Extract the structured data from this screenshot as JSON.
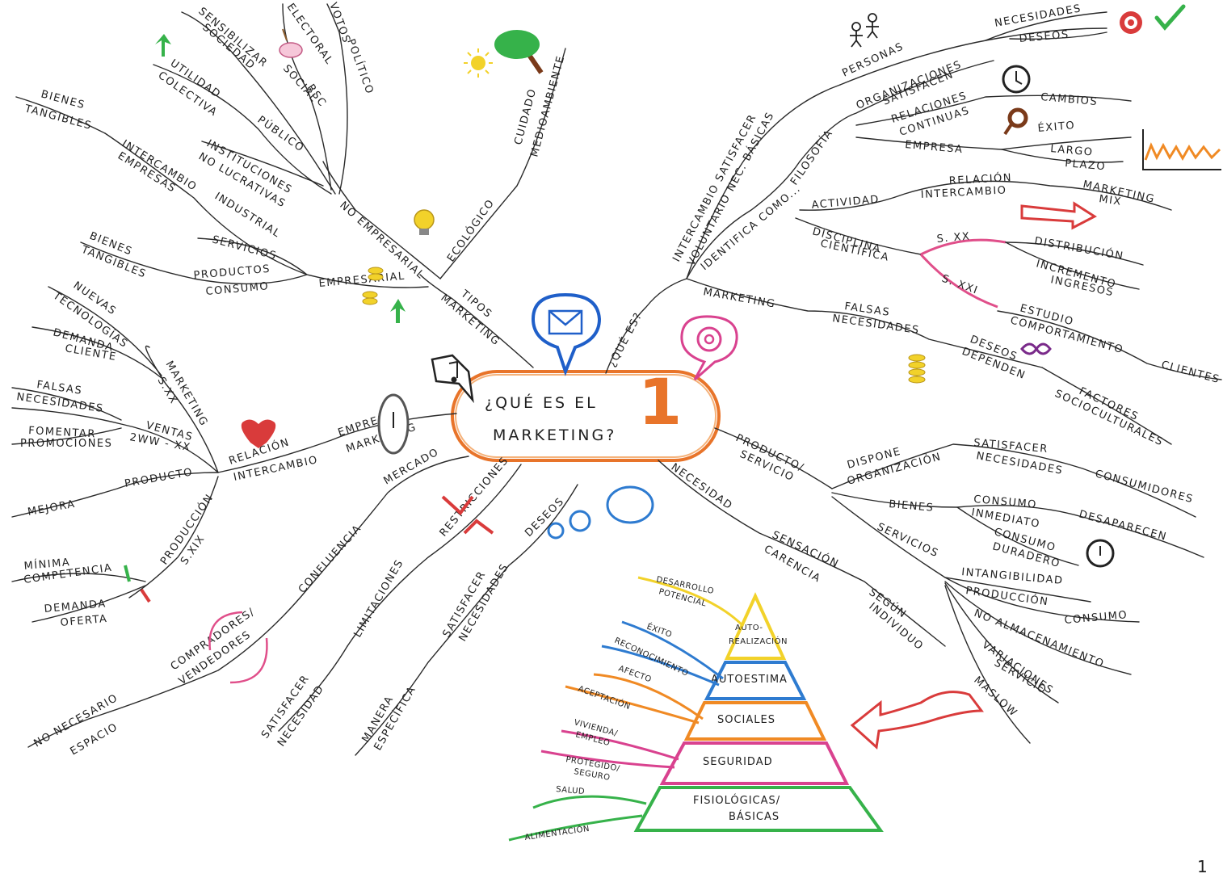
{
  "center": {
    "title_line1": "¿QUÉ ES EL",
    "title_line2": "MARKETING?",
    "number": "1"
  },
  "page_number": "1",
  "branches": {
    "que_es": "¿QUÉ ES?",
    "identifica_como": "IDENTIFICA COMO...",
    "intercambio": "INTERCAMBIO SATISFACER",
    "voluntario": "VOLUNTARIO NEC. BÁSICAS",
    "personas": "PERSONAS",
    "necesidades": "NECESIDADES",
    "deseos": "DESEOS",
    "filosofia": "FILOSOFÍA",
    "organizaciones": "ORGANIZACIONES",
    "satisfacen": "SATISFACEN",
    "relaciones": "RELACIONES",
    "continuas": "CONTINUAS",
    "cambios": "CAMBIOS",
    "empresa": "EMPRESA",
    "exito": "ÉXITO",
    "largo": "LARGO",
    "plazo": "PLAZO",
    "actividad": "ACTIVIDAD",
    "relacion_r": "RELACIÓN",
    "intercambio_r": "INTERCAMBIO",
    "marketing_r": "MARKETING",
    "mix": "MIX",
    "disciplina": "DISCIPLINA",
    "cientifica": "CIENTÍFICA",
    "s_xx": "S. XX",
    "s_xxi": "S. XXI",
    "distribucion": "DISTRIBUCIÓN",
    "incremento": "INCREMENTO",
    "ingresos": "INGRESOS",
    "marketing_b": "MARKETING",
    "falsas": "FALSAS",
    "necesidades_f": "NECESIDADES",
    "estudio": "ESTUDIO",
    "comportamiento": "COMPORTAMIENTO",
    "clientes": "CLIENTES",
    "deseos_d": "DESEOS",
    "dependen": "DEPENDEN",
    "factores": "FACTORES",
    "socioculturales": "SOCIOCULTURALES",
    "producto_servicio": "PRODUCTO/",
    "servicio": "SERVICIO",
    "dispone": "DISPONE",
    "organizacion": "ORGANIZACIÓN",
    "satisfacer_n": "SATISFACER",
    "necesidades_n": "NECESIDADES",
    "consumidores": "CONSUMIDORES",
    "bienes_r": "BIENES",
    "consumo_inmediato": "CONSUMO",
    "inmediato": "INMEDIATO",
    "desaparecen": "DESAPARECEN",
    "consumo_dur": "CONSUMO",
    "duradero": "DURADERO",
    "servicios": "SERVICIOS",
    "intangibilidad": "INTANGIBILIDAD",
    "produccion": "PRODUCCIÓN",
    "consumo_p": "CONSUMO",
    "no_almacenamiento": "NO ALMACENAMIENTO",
    "variaciones": "VARIACIONES",
    "servicio_v": "SERVICIO",
    "maslow": "MASLOW",
    "necesidad": "NECESIDAD",
    "sensacion": "SENSACIÓN",
    "carencia": "CARENCIA",
    "segun": "SEGÚN",
    "individuo": "INDIVIDUO",
    "tipos": "TIPOS",
    "marketing_t": "MARKETING",
    "ecologico": "ECOLÓGICO",
    "cuidado": "CUIDADO",
    "medioambiente": "MEDIOAMBIENTE",
    "no_empresarial": "NO EMPRESARIAL",
    "politico": "POLÍTICO",
    "votos": "VOTOS",
    "electoral": "ELECTORAL",
    "rsc": "RSC",
    "social": "SOCIAL",
    "sensibilizar": "SENSIBILIZAR",
    "sociedad": "SOCIEDAD",
    "publico": "PÚBLICO",
    "utilidad": "UTILIDAD",
    "colectiva": "COLECTIVA",
    "instituciones": "INSTITUCIONES",
    "no_lucrativas": "NO LUCRATIVAS",
    "empresarial": "EMPRESARIAL",
    "industrial": "INDUSTRIAL",
    "intercambio_emp": "INTERCAMBIO",
    "empresas": "EMPRESAS",
    "bienes_t1": "BIENES",
    "tangibles_1": "TANGIBLES",
    "servicios_e": "SERVICIOS",
    "productos": "PRODUCTOS",
    "consumo_e": "CONSUMO",
    "bienes_t2": "BIENES",
    "tangibles_2": "TANGIBLES",
    "relacion_l": "RELACIÓN",
    "intercambio_l": "INTERCAMBIO",
    "empresa_l": "EMPRESA &",
    "marketing_l": "MARKETING",
    "marketing_sxx": "MARKETING",
    "sxx": "S.XX",
    "nuevas": "NUEVAS",
    "tecnologias": "TECNOLOGÍAS",
    "demanda": "DEMANDA",
    "cliente": "CLIENTE",
    "ventas": "VENTAS",
    "ww": "2WW - XX",
    "falsas_l": "FALSAS",
    "necesidades_l": "NECESIDADES",
    "fomentar": "FOMENTAR",
    "promociones": "PROMOCIONES",
    "producto": "PRODUCTO",
    "mejora": "MEJORA",
    "produccion_l": "PRODUCCIÓN",
    "sxix": "S.XIX",
    "minima": "MÍNIMA",
    "competencia": "COMPETENCIA",
    "demanda_o": "DEMANDA",
    "oferta": "OFERTA",
    "mercado": "MERCADO",
    "confluencia": "CONFLUENCIA",
    "compradores": "COMPRADORES/",
    "vendedores": "VENDEDORES",
    "no_necesario": "NO NECESARIO",
    "espacio": "ESPACIO",
    "restricciones": "RESTRICCIONES",
    "limitaciones": "LIMITACIONES",
    "satisfacer_r": "SATISFACER",
    "necesidad_r": "NECESIDAD",
    "deseos_l": "DESEOS",
    "satisfacer_d": "SATISFACER",
    "necesidades_d": "NECESIDADES",
    "manera": "MANERA",
    "especifica": "ESPECÍFICA"
  },
  "pyramid": {
    "levels": [
      "AUTO-",
      "REALIZACIÓN",
      "AUTOESTIMA",
      "SOCIALES",
      "SEGURIDAD",
      "FISIOLÓGICAS/",
      "BÁSICAS"
    ],
    "labels": {
      "desarrollo": "DESARROLLO",
      "potencial": "POTENCIAL",
      "exito": "ÉXITO",
      "reconocimiento": "RECONOCIMIENTO",
      "afecto": "AFECTO",
      "aceptacion": "ACEPTACIÓN",
      "vivienda": "VIVIENDA/",
      "empleo": "EMPLEO",
      "protegido": "PROTEGIDO/",
      "seguro": "SEGURO",
      "salud": "SALUD",
      "alimentacion": "ALIMENTACIÓN"
    }
  },
  "colors": {
    "ink": "#2a2a2a",
    "center_border": "#e8742a",
    "mail_blue": "#1f5fc9",
    "pink": "#e04f8a",
    "yellow": "#f2d22a",
    "blue": "#2e7bd0",
    "orange": "#f08a24",
    "magenta": "#d9428f",
    "green": "#36b24a",
    "red": "#d93b3b",
    "dark_red": "#7a1a1a"
  }
}
